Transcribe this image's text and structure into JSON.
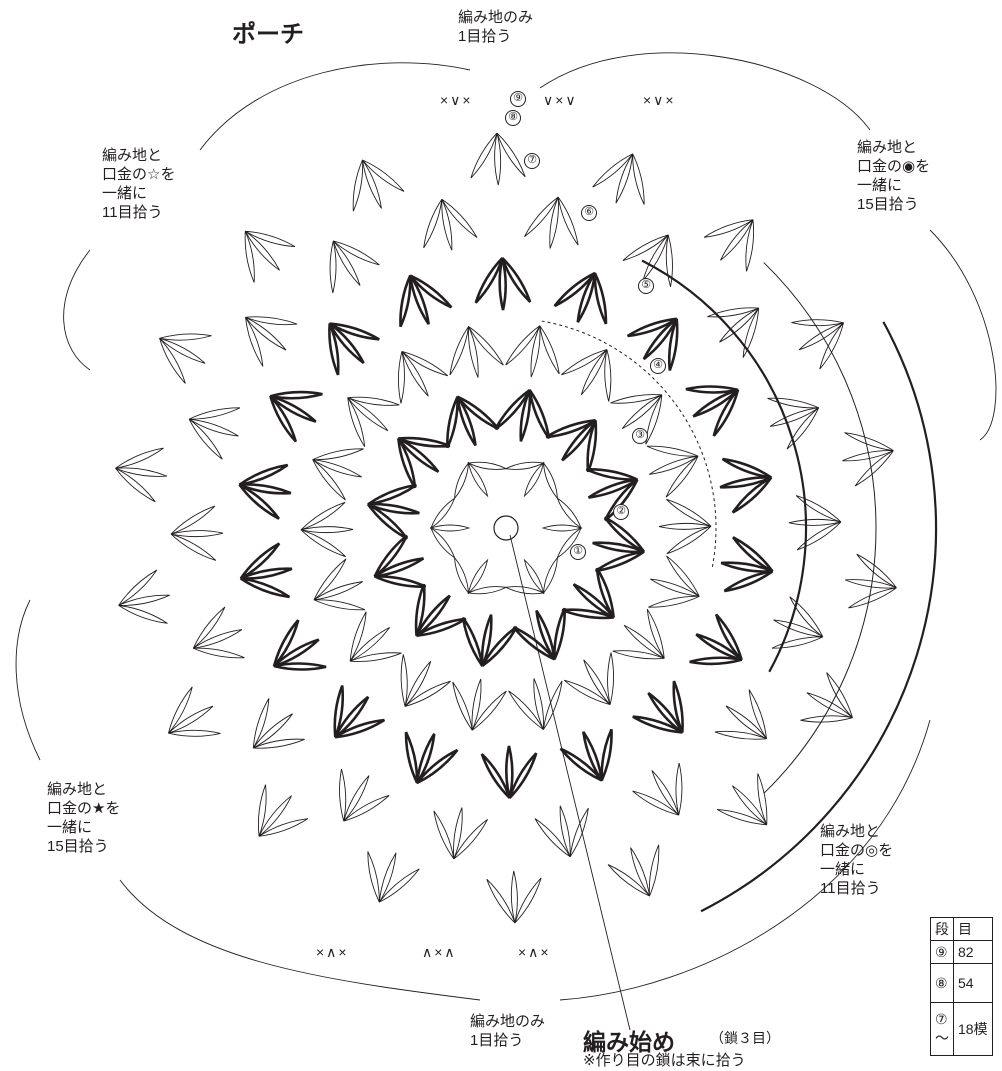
{
  "title": "ポーチ",
  "labels": {
    "top_center": "編み地のみ\n1目拾う",
    "top_left": "編み地と\n口金の☆を\n一緒に\n11目拾う",
    "top_right": "編み地と\n口金の◉を\n一緒に\n15目拾う",
    "bottom_left": "編み地と\n口金の★を\n一緒に\n15目拾う",
    "bottom_right": "編み地と\n口金の◎を\n一緒に\n11目拾う",
    "bottom_center": "編み地のみ\n1目拾う"
  },
  "start": {
    "main": "編み始め",
    "sub": "（鎖３目）",
    "note": "※作り目の鎖は束に拾う"
  },
  "round_markers": [
    "①",
    "②",
    "③",
    "④",
    "⑤",
    "⑥",
    "⑦",
    "⑧",
    "⑨"
  ],
  "symbols": {
    "top_a": "×∨×",
    "top_b": "∨×∨",
    "top_c": "×∨×",
    "bottom_a": "×∧×",
    "bottom_b": "∧×∧",
    "bottom_c": "×∧×"
  },
  "table": {
    "headers": [
      "段",
      "目"
    ],
    "rows": [
      {
        "round": "⑨",
        "count": "82"
      },
      {
        "round": "⑧",
        "count": "54"
      },
      {
        "round": "⑦\n〜",
        "count": "18模"
      }
    ]
  }
}
